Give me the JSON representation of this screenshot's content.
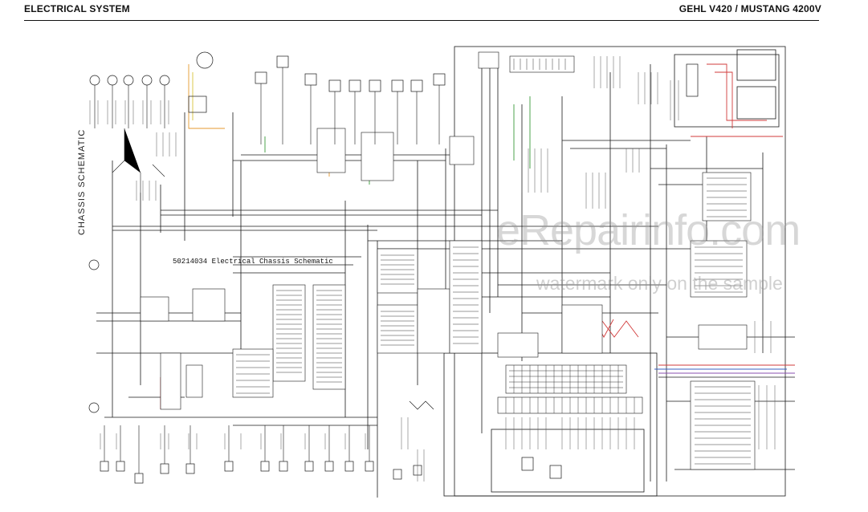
{
  "header": {
    "section_title": "ELECTRICAL SYSTEM",
    "model_title": "GEHL V420 / MUSTANG 4200V"
  },
  "diagram": {
    "vertical_title": "CHASSIS SCHEMATIC",
    "document_label": "50214034 Electrical Chassis Schematic",
    "wire_colors": {
      "black": "#1a1a1a",
      "red": "#d23b3b",
      "orange": "#e59a2f",
      "green": "#3a9a3a",
      "blue": "#3a5fc0",
      "purple": "#8a4fb0",
      "yellow": "#d8c23a",
      "grey": "#8a8a8a"
    }
  },
  "watermark": {
    "brand": "eRepairinfo.com",
    "notice": "watermark only on the sample"
  }
}
